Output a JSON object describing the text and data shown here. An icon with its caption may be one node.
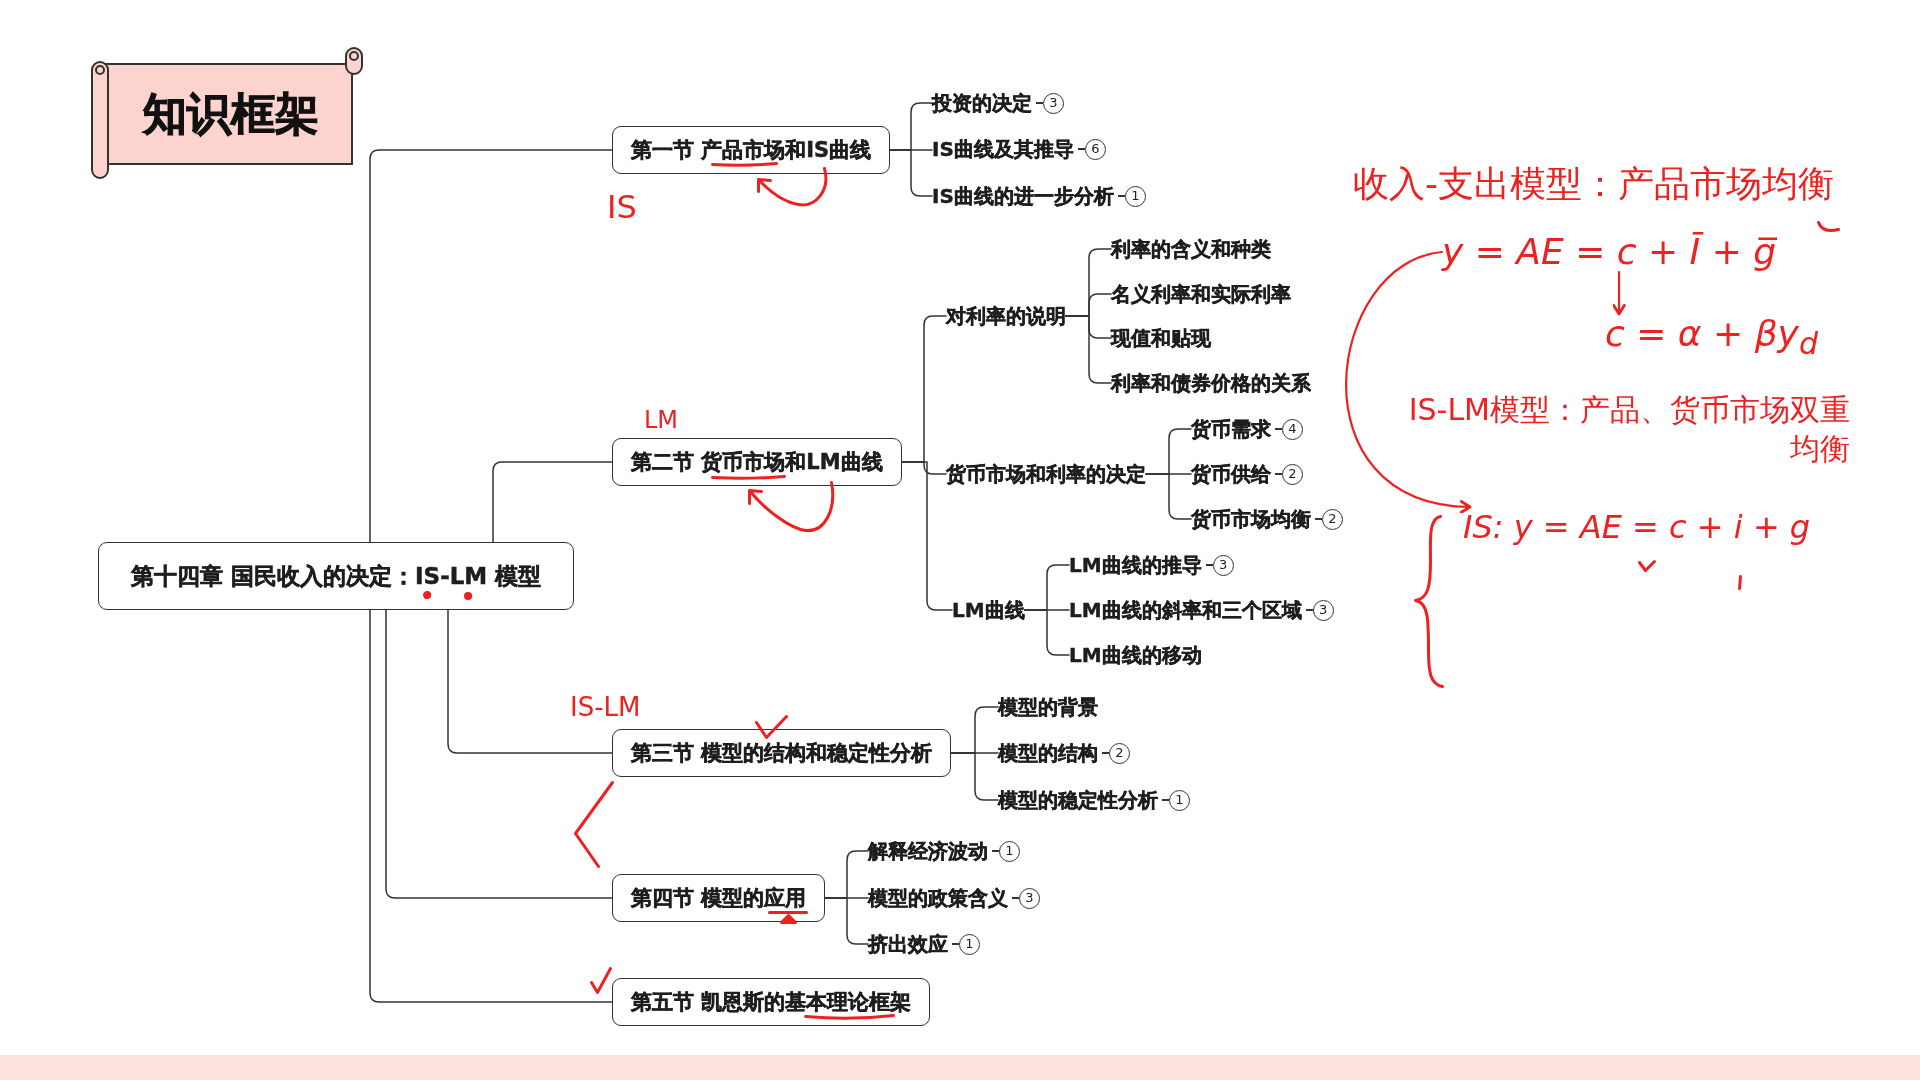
{
  "diagram": {
    "title": "知识框架",
    "nodes": [
      {
        "text": [
          "第十四章 国民收入的决定：IS-LM 模型"
        ]
      },
      {
        "text": [
          "第一节 产品市场和IS曲线"
        ]
      },
      {
        "text": [
          "投资的决定"
        ],
        "beside": [
          "3"
        ]
      },
      {
        "text": [
          "IS曲线及其推导"
        ],
        "beside": [
          "6"
        ]
      },
      {
        "text": [
          "IS曲线的进一步分析"
        ],
        "beside": [
          "1"
        ]
      },
      {
        "text": [
          "第二节 货币市场和LM曲线"
        ]
      },
      {
        "text": [
          "对利率的说明"
        ]
      },
      {
        "text": [
          "利率的含义和种类"
        ]
      },
      {
        "text": [
          "名义利率和实际利率"
        ]
      },
      {
        "text": [
          "现值和贴现"
        ]
      },
      {
        "text": [
          "利率和债券价格的关系"
        ]
      },
      {
        "text": [
          "货币市场和利率的决定"
        ]
      },
      {
        "text": [
          "货币需求"
        ],
        "beside": [
          "4"
        ]
      },
      {
        "text": [
          "货币供给"
        ],
        "beside": [
          "2"
        ]
      },
      {
        "text": [
          "货币市场均衡"
        ],
        "beside": [
          "2"
        ]
      },
      {
        "text": [
          "LM曲线"
        ]
      },
      {
        "text": [
          "LM曲线的推导"
        ],
        "beside": [
          "3"
        ]
      },
      {
        "text": [
          "LM曲线的斜率和三个区域"
        ],
        "beside": [
          "3"
        ]
      },
      {
        "text": [
          "LM曲线的移动"
        ]
      },
      {
        "text": [
          "第三节 模型的结构和稳定性分析"
        ]
      },
      {
        "text": [
          "模型的背景"
        ]
      },
      {
        "text": [
          "模型的结构"
        ],
        "beside": [
          "2"
        ]
      },
      {
        "text": [
          "模型的稳定性分析"
        ],
        "beside": [
          "1"
        ]
      },
      {
        "text": [
          "第四节 模型的应用"
        ]
      },
      {
        "text": [
          "解释经济波动"
        ],
        "beside": [
          "1"
        ]
      },
      {
        "text": [
          "模型的政策含义"
        ],
        "beside": [
          "3"
        ]
      },
      {
        "text": [
          "挤出效应"
        ],
        "beside": [
          "1"
        ]
      },
      {
        "text": [
          "第五节 凯恩斯的基本理论框架"
        ]
      },
      {
        "text": [
          "y = AE = c + Ī + g̅"
        ]
      },
      {
        "text": [
          "c = α + βy$_{d}$"
        ]
      },
      {
        "text": [
          "IS: y = AE = c + i + g"
        ]
      }
    ],
    "edges": [
      {
        "from": 0,
        "to": 1,
        "arrow": "none"
      },
      {
        "from": 0,
        "to": 5,
        "arrow": "none"
      },
      {
        "from": 0,
        "to": 19,
        "arrow": "none"
      },
      {
        "from": 0,
        "to": 23,
        "arrow": "none"
      },
      {
        "from": 0,
        "to": 27,
        "arrow": "none"
      },
      {
        "from": 1,
        "to": 2,
        "arrow": "none"
      },
      {
        "from": 1,
        "to": 3,
        "arrow": "none"
      },
      {
        "from": 1,
        "to": 4,
        "arrow": "none"
      },
      {
        "from": 5,
        "to": 6,
        "arrow": "none"
      },
      {
        "from": 5,
        "to": 11,
        "arrow": "none"
      },
      {
        "from": 5,
        "to": 15,
        "arrow": "none"
      },
      {
        "from": 6,
        "to": 7,
        "arrow": "none"
      },
      {
        "from": 6,
        "to": 8,
        "arrow": "none"
      },
      {
        "from": 6,
        "to": 9,
        "arrow": "none"
      },
      {
        "from": 6,
        "to": 10,
        "arrow": "none"
      },
      {
        "from": 11,
        "to": 12,
        "arrow": "none"
      },
      {
        "from": 11,
        "to": 13,
        "arrow": "none"
      },
      {
        "from": 11,
        "to": 14,
        "arrow": "none"
      },
      {
        "from": 15,
        "to": 16,
        "arrow": "none"
      },
      {
        "from": 15,
        "to": 17,
        "arrow": "none"
      },
      {
        "from": 15,
        "to": 18,
        "arrow": "none"
      },
      {
        "from": 19,
        "to": 20,
        "arrow": "none"
      },
      {
        "from": 19,
        "to": 21,
        "arrow": "none"
      },
      {
        "from": 19,
        "to": 22,
        "arrow": "none"
      },
      {
        "from": 23,
        "to": 24,
        "arrow": "none"
      },
      {
        "from": 23,
        "to": 25,
        "arrow": "none"
      },
      {
        "from": 23,
        "to": 26,
        "arrow": "none"
      },
      {
        "from": 28,
        "to": 29,
        "arrow": "to",
        "color": "#ee2020"
      },
      {
        "from": 28,
        "to": 30,
        "arrow": "to",
        "color": "#ee2020"
      }
    ],
    "labels": [
      "收入-支出模型：产品市场均衡",
      "IS",
      "IS-LM模型：产品、货币市场双重均衡",
      "LM",
      "IS-LM"
    ]
  }
}
